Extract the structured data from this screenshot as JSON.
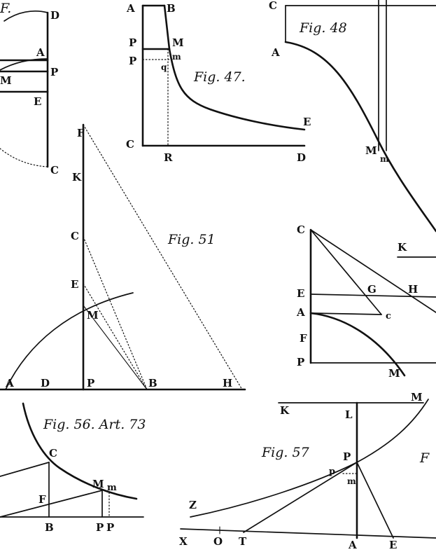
{
  "plate": {
    "captions": {
      "fig47": "Fig. 47.",
      "fig48": "Fig. 48",
      "fig51": "Fig. 51",
      "fig56": "Fig. 56. Art. 73",
      "fig57": "Fig. 57",
      "fig_edge_right": "F",
      "fig_edge_left": "F."
    },
    "fig_left_top": {
      "labels": [
        "D",
        "A",
        "P",
        "M",
        "E",
        "C"
      ]
    },
    "fig47": {
      "labels": [
        "A",
        "B",
        "P",
        "M",
        "m",
        "P",
        "q",
        "E",
        "C",
        "R",
        "D"
      ]
    },
    "fig48": {
      "labels": [
        "C",
        "A",
        "M",
        "m"
      ]
    },
    "fig51": {
      "labels": [
        "F",
        "K",
        "C",
        "E",
        "M",
        "A",
        "D",
        "P",
        "B",
        "H"
      ]
    },
    "fig_right_mid": {
      "labels": [
        "C",
        "K",
        "E",
        "G",
        "H",
        "A",
        "c",
        "F",
        "P",
        "M"
      ]
    },
    "fig56": {
      "labels": [
        "C",
        "F",
        "M",
        "m",
        "B",
        "P",
        "P"
      ]
    },
    "fig57": {
      "labels": [
        "K",
        "L",
        "M",
        "P",
        "p",
        "m",
        "Z",
        "X",
        "O",
        "T",
        "A",
        "E"
      ]
    }
  }
}
